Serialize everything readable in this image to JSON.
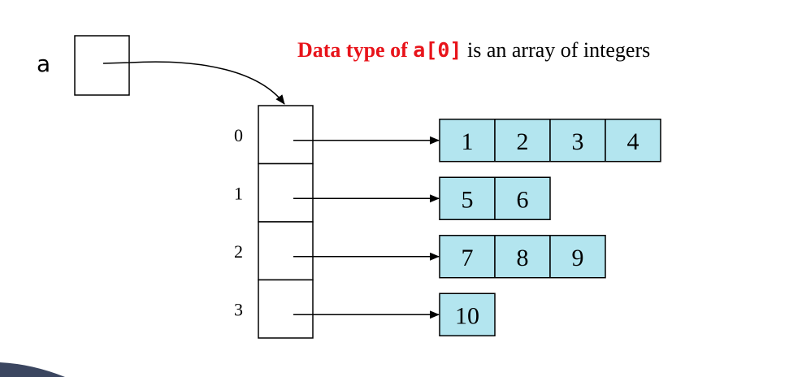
{
  "variable": {
    "name": "a"
  },
  "caption": {
    "prefix": "Data type of ",
    "code": "a[0]",
    "suffix": " is an array of integers",
    "highlight_color": "#e8141b"
  },
  "outer_array": {
    "indices": [
      "0",
      "1",
      "2",
      "3"
    ]
  },
  "rows": [
    {
      "values": [
        "1",
        "2",
        "3",
        "4"
      ]
    },
    {
      "values": [
        "5",
        "6"
      ]
    },
    {
      "values": [
        "7",
        "8",
        "9"
      ]
    },
    {
      "values": [
        "10"
      ]
    }
  ],
  "colors": {
    "cell_fill": "#b3e5ef",
    "stroke": "#000000",
    "corner_shade": "#3b4660"
  }
}
